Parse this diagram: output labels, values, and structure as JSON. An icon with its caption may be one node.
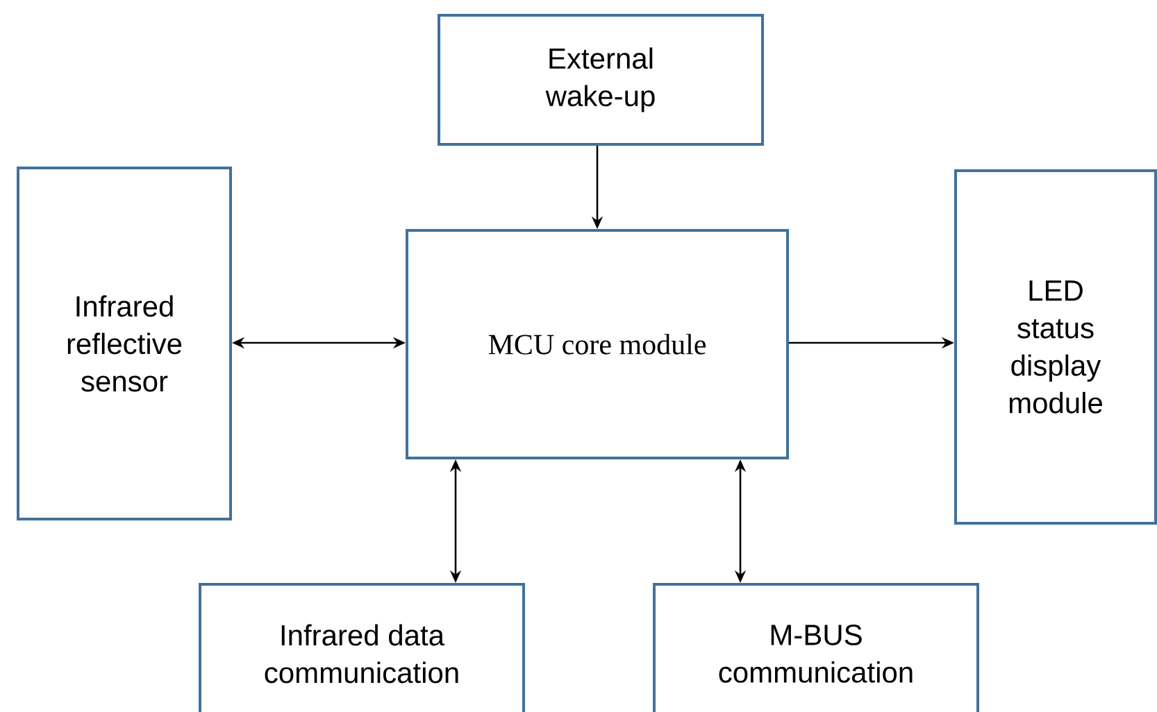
{
  "diagram": {
    "nodes": [
      {
        "text": [
          "External wake-up"
        ]
      },
      {
        "text": [
          "Infrared reflective sensor"
        ]
      },
      {
        "text": [
          "MCU core module"
        ]
      },
      {
        "text": [
          "LED status display module"
        ]
      },
      {
        "text": [
          "Infrared data communication"
        ]
      },
      {
        "text": [
          "M-BUS communication"
        ]
      }
    ],
    "edges": [
      {
        "from": 0,
        "to": 2,
        "arrow": "to"
      },
      {
        "from": 1,
        "to": 2,
        "arrow": "both"
      },
      {
        "from": 2,
        "to": 3,
        "arrow": "to"
      },
      {
        "from": 2,
        "to": 4,
        "arrow": "both"
      },
      {
        "from": 2,
        "to": 5,
        "arrow": "both"
      }
    ]
  }
}
